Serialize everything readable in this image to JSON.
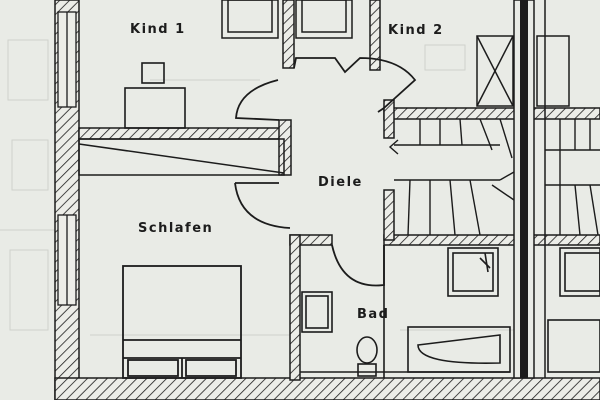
{
  "rooms": {
    "kind1": "Kind 1",
    "kind2": "Kind 2",
    "diele": "Diele",
    "schlafen": "Schlafen",
    "bad": "Bad"
  },
  "colors": {
    "paper": "#e9ebe6",
    "ink": "#1c1c1c",
    "faint": "#c9ccc6"
  }
}
